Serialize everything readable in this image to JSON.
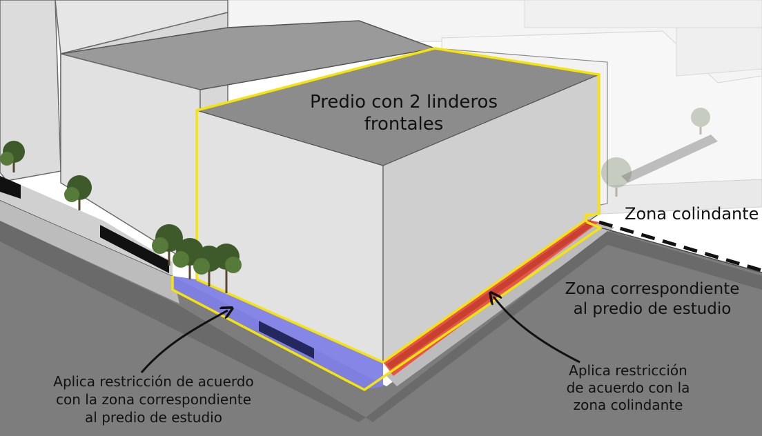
{
  "diagram": {
    "title_lines": [
      "Predio con 2 linderos",
      "frontales"
    ],
    "adjacent_zone_label": "Zona colindante",
    "study_zone_label_lines": [
      "Zona correspondiente",
      "al predio de estudio"
    ],
    "left_note_lines": [
      "Aplica restricción de acuerdo",
      "con la zona correspondiente",
      "al predio de estudio"
    ],
    "right_note_lines": [
      "Aplica restricción",
      "de acuerdo con la",
      "zona colindante"
    ]
  },
  "colors": {
    "outline_highlight": "#f5e40a",
    "study_zone_strip": "#7f7fe6",
    "adjacent_zone_strip": "#e8544c",
    "roof": "#8c8c8c",
    "wall_light": "#e2e2e2",
    "wall_mid": "#cfcfcf",
    "ground": "#7d7d7d",
    "tree_foliage": "#3f5a2a"
  }
}
